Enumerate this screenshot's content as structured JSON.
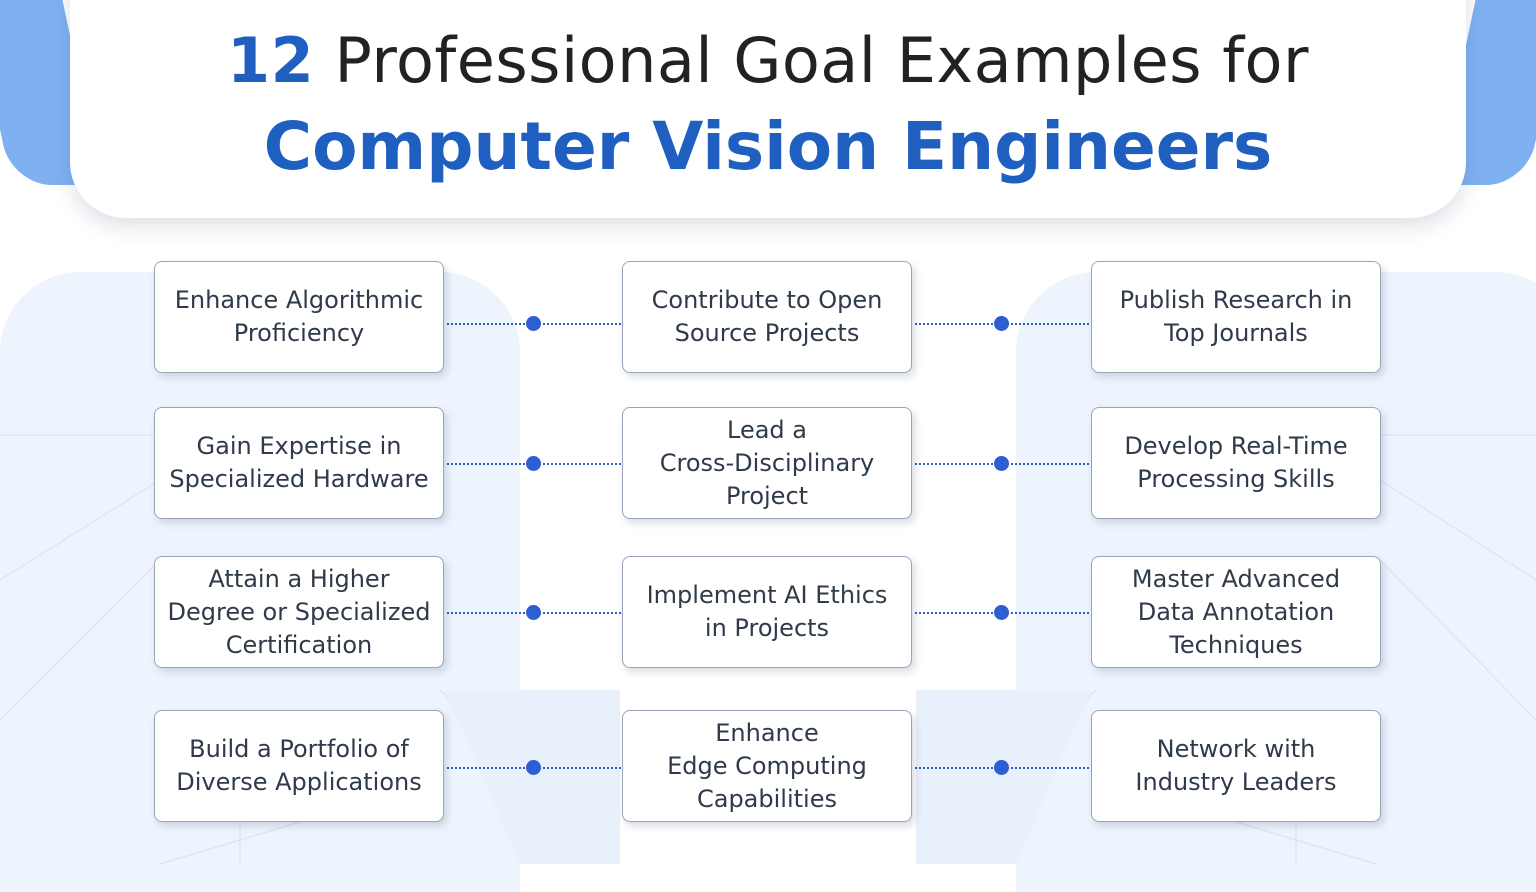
{
  "title": {
    "number": "12",
    "line1_rest": "Professional Goal Examples for",
    "line2": "Computer Vision Engineers"
  },
  "colors": {
    "accent": "#1f5fbf",
    "accent_light": "#7fb1f2",
    "background_panel": "#eef4fd",
    "text": "#2f3a4a"
  },
  "goals": {
    "r1c1": "Enhance Algorithmic\nProficiency",
    "r1c2": "Contribute to Open\nSource Projects",
    "r1c3": "Publish Research in\nTop Journals",
    "r2c1": "Gain Expertise in\nSpecialized Hardware",
    "r2c2": "Lead a\nCross-Disciplinary\nProject",
    "r2c3": "Develop Real-Time\nProcessing Skills",
    "r3c1": "Attain a Higher\nDegree or Specialized\nCertification",
    "r3c2": "Implement AI Ethics\nin Projects",
    "r3c3": "Master Advanced\nData Annotation\nTechniques",
    "r4c1": "Build a Portfolio of\nDiverse Applications",
    "r4c2": "Enhance\nEdge Computing\nCapabilities",
    "r4c3": "Network with\nIndustry Leaders"
  }
}
